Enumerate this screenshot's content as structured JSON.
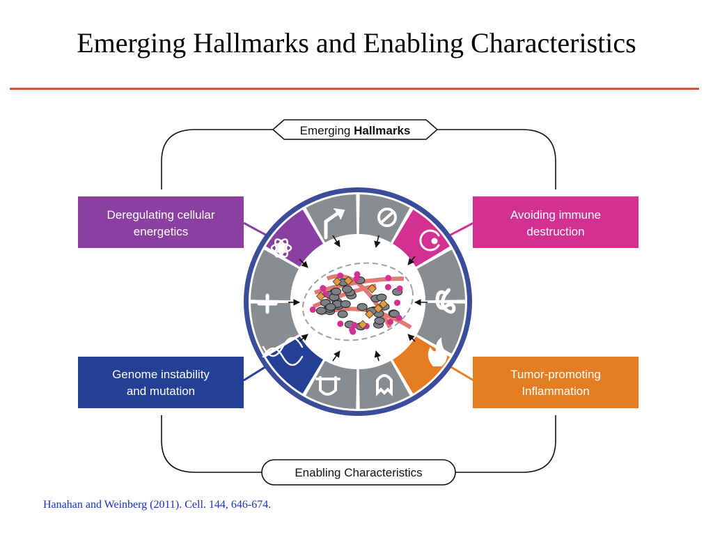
{
  "title": "Emerging Hallmarks and Enabling Characteristics",
  "diagram": {
    "top_label": {
      "before": "Emerging ",
      "bold": "Hallmarks"
    },
    "bottom_label": "Enabling Characteristics",
    "boxes": [
      {
        "lines": [
          "Deregulating cellular",
          "energetics"
        ],
        "color": "#8b3fa0"
      },
      {
        "lines": [
          "Avoiding immune",
          "destruction"
        ],
        "color": "#d23192"
      },
      {
        "lines": [
          "Genome instability",
          "and mutation"
        ],
        "color": "#233f96"
      },
      {
        "lines": [
          "Tumor-promoting",
          "Inflammation"
        ],
        "color": "#e57d22"
      }
    ],
    "ring_colors": {
      "gray": "#8a8d90",
      "purple": "#8b3fa0",
      "magenta": "#d23192",
      "blue": "#233f96",
      "orange": "#e57d22",
      "outer": "#3a4c9a"
    }
  },
  "citation": "Hanahan and Weinberg (2011). Cell. 144, 646-674."
}
